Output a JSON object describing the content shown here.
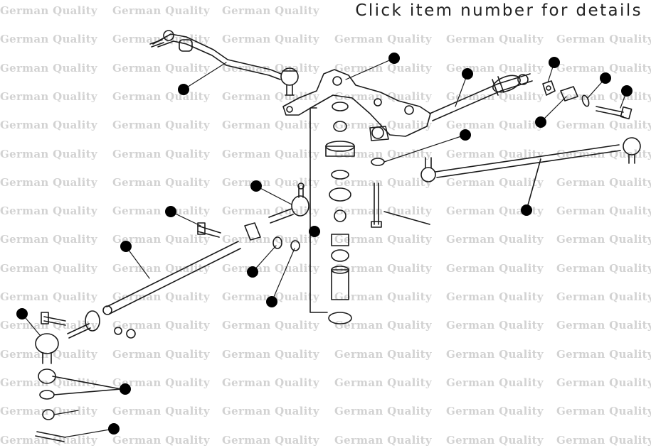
{
  "header": {
    "title": "Click item number for details"
  },
  "watermark": {
    "text": "German Quality"
  },
  "colors": {
    "line": "#1a1a1a",
    "dot": "#000000",
    "watermark": "#d2d2d2",
    "background": "#ffffff"
  },
  "parts": [
    {
      "id": "drag-link"
    },
    {
      "id": "idler-arm-bracket"
    },
    {
      "id": "tie-rod-assembly-right"
    },
    {
      "id": "center-tie-rod"
    },
    {
      "id": "tie-rod-assembly-long"
    },
    {
      "id": "tie-rod-end-inner"
    },
    {
      "id": "clamp-bolt"
    },
    {
      "id": "clamp"
    },
    {
      "id": "nut"
    },
    {
      "id": "washer"
    },
    {
      "id": "idler-bushing-kit"
    },
    {
      "id": "outer-tie-rod-end"
    },
    {
      "id": "dust-boot"
    },
    {
      "id": "cotter-pin"
    },
    {
      "id": "pitman-bushing"
    },
    {
      "id": "lock-washer"
    },
    {
      "id": "bolt"
    },
    {
      "id": "bracket-bolt"
    }
  ]
}
